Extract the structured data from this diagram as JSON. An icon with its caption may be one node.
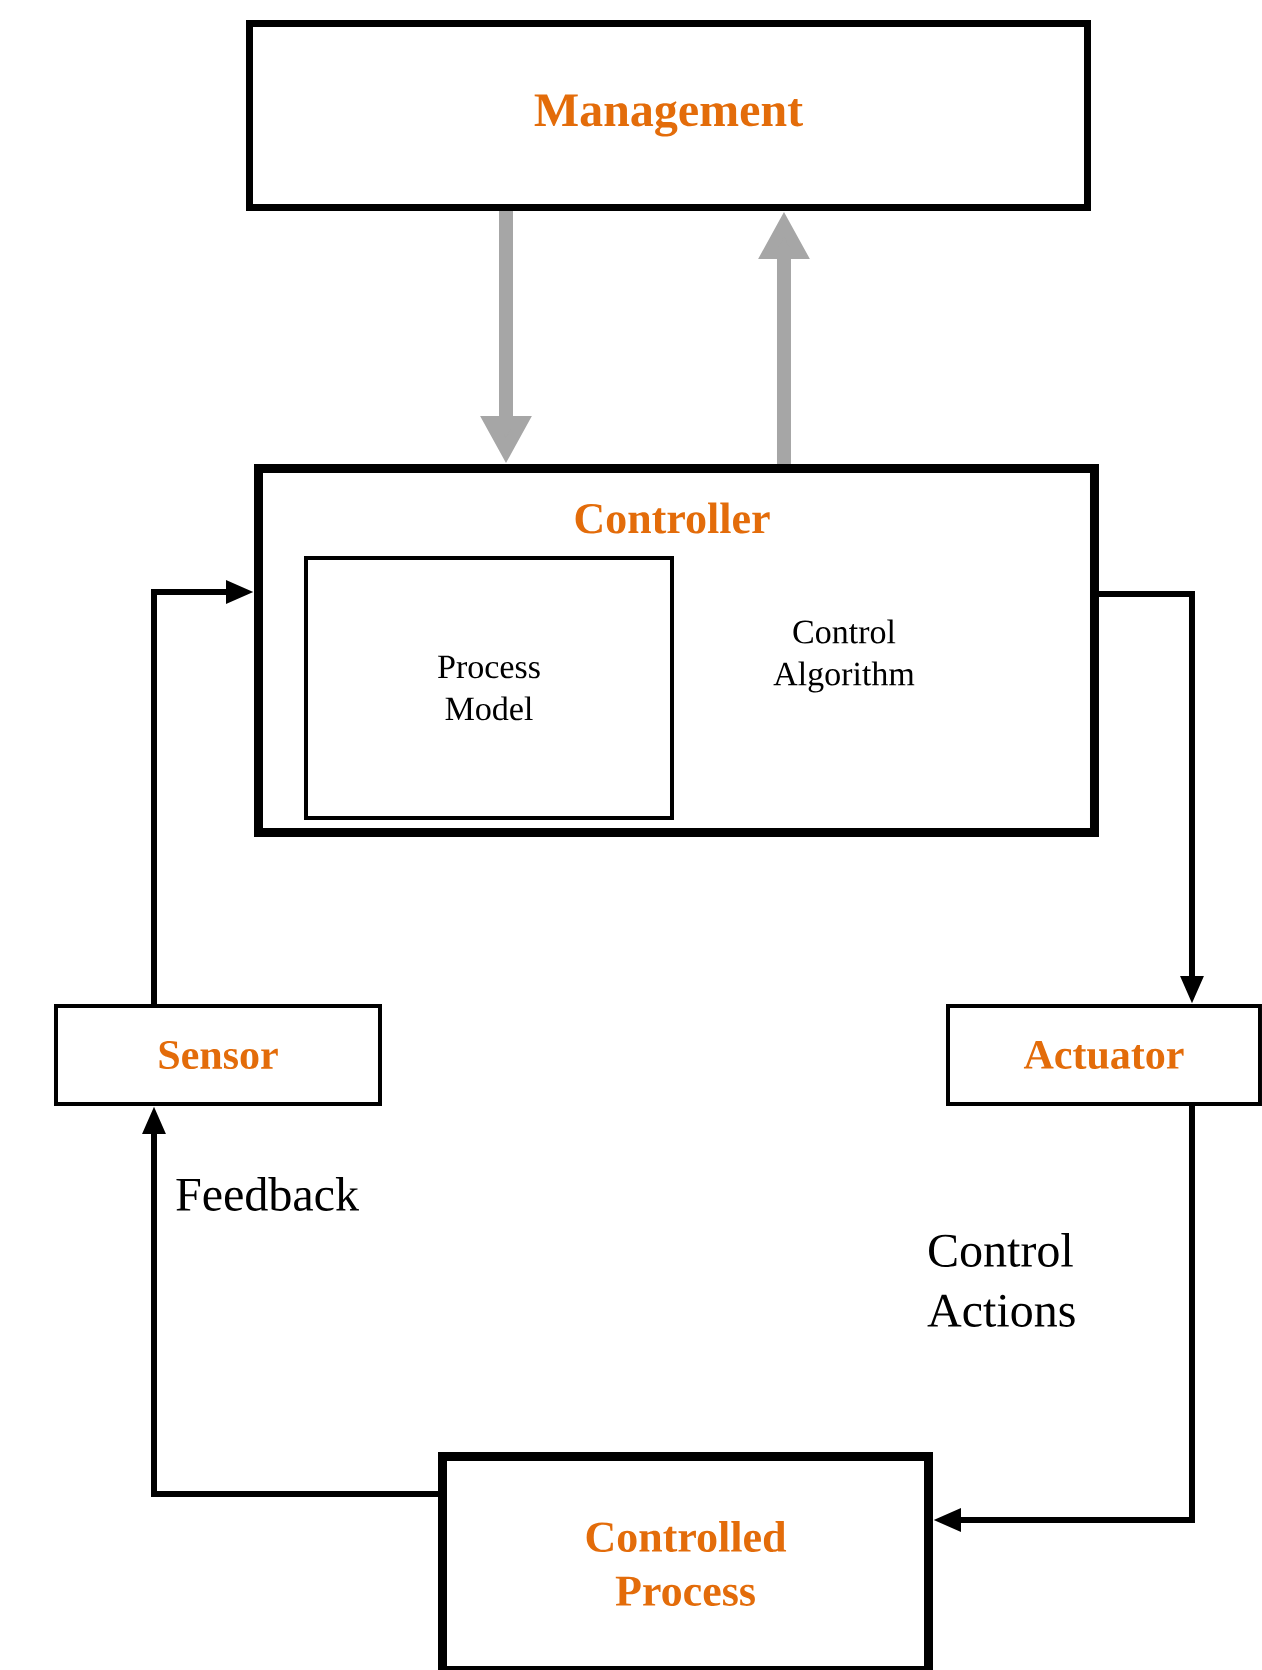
{
  "diagram": {
    "nodes": [
      {
        "text": [
          "Management"
        ]
      },
      {
        "text": [
          "Controller",
          "Control Algorithm"
        ]
      },
      {
        "text": [
          "Process Model"
        ],
        "in": 1
      },
      {
        "text": [
          "Sensor"
        ]
      },
      {
        "text": [
          "Actuator"
        ]
      },
      {
        "text": [
          "Controlled Process"
        ]
      }
    ],
    "edges": [
      {
        "from": 0,
        "to": 1,
        "arrow": "to",
        "style": "thick",
        "color": "#a6a6a6"
      },
      {
        "from": 1,
        "to": 0,
        "arrow": "to",
        "style": "thick",
        "color": "#a6a6a6"
      },
      {
        "from": 1,
        "to": 4,
        "arrow": "to"
      },
      {
        "from": 4,
        "to": 5,
        "arrow": "to",
        "label": "Control Actions"
      },
      {
        "from": 5,
        "to": 3,
        "arrow": "to",
        "label": "Feedback"
      },
      {
        "from": 3,
        "to": 1,
        "arrow": "to"
      }
    ]
  }
}
